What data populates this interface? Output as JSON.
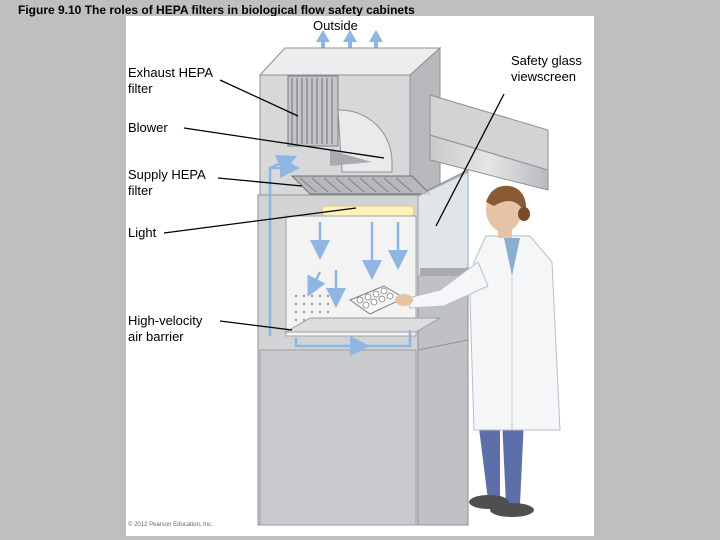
{
  "figure": {
    "title": "Figure 9.10 The roles of HEPA filters in biological flow safety cabinets",
    "copyright": "© 2012 Pearson Education, Inc."
  },
  "labels": {
    "outside": "Outside",
    "exhaust_hepa": "Exhaust HEPA\nfilter",
    "blower": "Blower",
    "supply_hepa": "Supply HEPA\nfilter",
    "light": "Light",
    "air_barrier": "High-velocity\nair barrier",
    "safety_glass": "Safety glass\nviewscreen"
  },
  "colors": {
    "background": "#bfbfbf",
    "panel": "#ffffff",
    "cabinet": "#d7d8da",
    "cabinet_dark": "#a9abae",
    "airflow": "#8fb6e2",
    "light": "#fff2b8",
    "lab_coat": "#f4f6f8",
    "pants": "#5d6fa8"
  },
  "icons": [
    "arrow-up-icon",
    "arrow-down-icon",
    "airflow-arrow-icon"
  ]
}
